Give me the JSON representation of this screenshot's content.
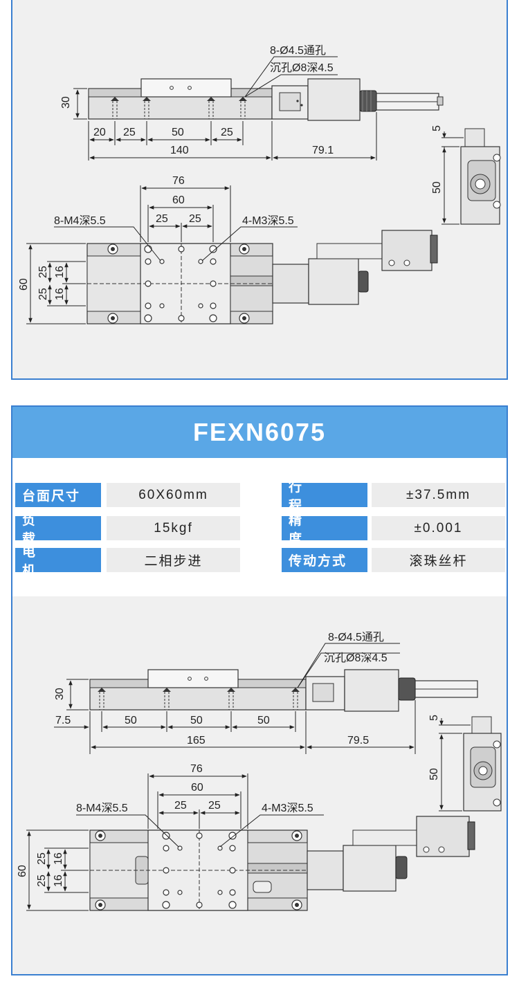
{
  "top_drawing": {
    "note_through_hole": "8-Ø4.5通孔",
    "note_counterbore": "沉孔Ø8深4.5",
    "dim_height": "30",
    "dims_bottom": [
      "20",
      "25",
      "50",
      "25"
    ],
    "dim_length": "140",
    "dim_motor": "79.1",
    "side_dims": [
      "5",
      "50"
    ],
    "plan_dims_top": [
      "76",
      "60",
      "25",
      "25"
    ],
    "note_m4": "8-M4深5.5",
    "note_m3": "4-M3深5.5",
    "plan_dims_left": [
      "60",
      "25",
      "25",
      "16",
      "16"
    ]
  },
  "product": {
    "title": "FEXN6075",
    "specs": [
      {
        "label": "台面尺寸",
        "value": "60X60mm"
      },
      {
        "label": "行程",
        "value": "±37.5mm"
      },
      {
        "label": "负载",
        "value": "15kgf"
      },
      {
        "label": "精度",
        "value": "±0.001"
      },
      {
        "label": "电机",
        "value": "二相步进"
      },
      {
        "label": "传动方式",
        "value": "滚珠丝杆"
      }
    ]
  },
  "bottom_drawing": {
    "note_through_hole": "8-Ø4.5通孔",
    "note_counterbore": "沉孔Ø8深4.5",
    "dim_height": "30",
    "dims_bottom": [
      "7.5",
      "50",
      "50",
      "50"
    ],
    "dim_length": "165",
    "dim_motor": "79.5",
    "side_dims": [
      "5",
      "50"
    ],
    "plan_dims_top": [
      "76",
      "60",
      "25",
      "25"
    ],
    "note_m4": "8-M4深5.5",
    "note_m3": "4-M3深5.5",
    "plan_dims_left": [
      "60",
      "25",
      "25",
      "16",
      "16"
    ]
  }
}
